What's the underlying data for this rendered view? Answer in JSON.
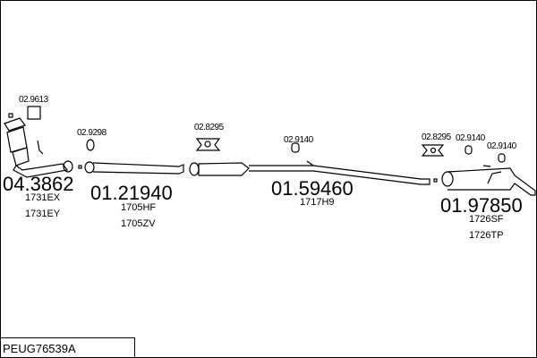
{
  "set_code": "PEUG76539A",
  "parts": [
    {
      "number": "04.3862",
      "refs": [
        "1731EX",
        "1731EY"
      ]
    },
    {
      "number": "01.21940",
      "refs": [
        "1705HF",
        "1705ZV"
      ]
    },
    {
      "number": "01.59460",
      "refs": [
        "1717H9"
      ]
    },
    {
      "number": "01.97850",
      "refs": [
        "1726SF",
        "1726TP"
      ]
    }
  ],
  "accessories": [
    "02.9613",
    "02.9298",
    "02.8295",
    "02.9140",
    "02.8295",
    "02.9140",
    "02.9140"
  ]
}
